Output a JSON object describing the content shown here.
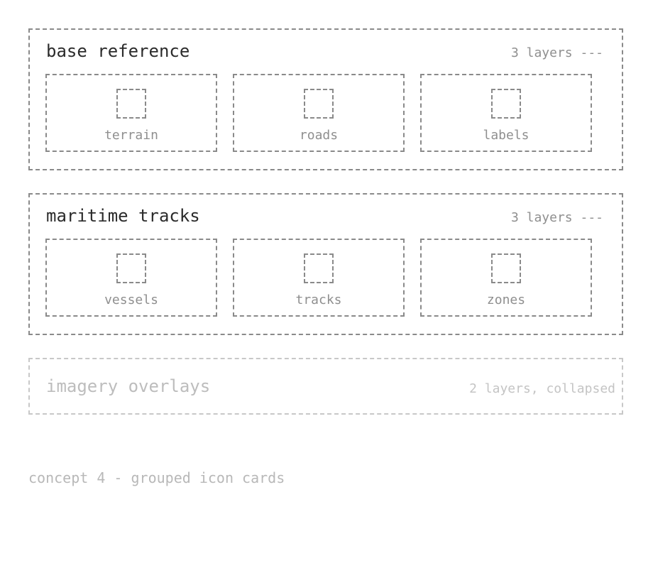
{
  "groups": [
    {
      "title": "base reference",
      "meta": "3 layers ---",
      "layers": [
        {
          "label": "terrain",
          "icon": "terrain-icon"
        },
        {
          "label": "roads",
          "icon": "roads-icon"
        },
        {
          "label": "labels",
          "icon": "labels-icon"
        }
      ]
    },
    {
      "title": "maritime tracks",
      "meta": "3 layers ---",
      "layers": [
        {
          "label": "vessels",
          "icon": "vessels-icon"
        },
        {
          "label": "tracks",
          "icon": "tracks-icon"
        },
        {
          "label": "zones",
          "icon": "zones-icon"
        }
      ]
    },
    {
      "title": "imagery overlays",
      "meta": "2 layers, collapsed",
      "collapsed": true
    }
  ],
  "caption": "concept 4 - grouped icon cards",
  "colors": {
    "border": "#8a8a8a",
    "border_muted": "#c8c8c8",
    "title": "#2b2b2b",
    "text_muted": "#8f8f8f",
    "caption": "#b8b8b8"
  }
}
